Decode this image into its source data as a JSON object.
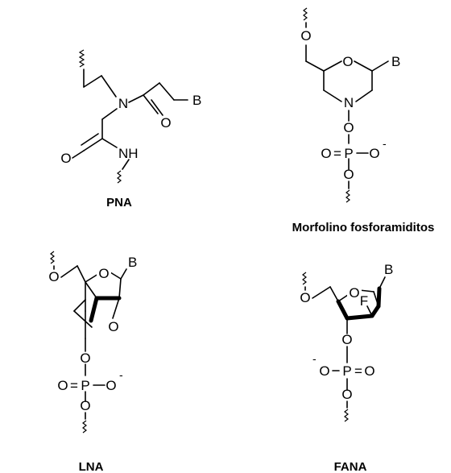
{
  "structures": {
    "pna": {
      "caption": "PNA",
      "atoms": {
        "n": "N",
        "nh": "NH",
        "o_left": "O",
        "o_right": "O",
        "b": "B"
      }
    },
    "morpholino": {
      "caption": "Morfolino fosforamiditos",
      "atoms": {
        "o_top": "O",
        "o_ring": "O",
        "b": "B",
        "n": "N",
        "o_link": "O",
        "o_dbl": "O",
        "eq": "=",
        "p": "P",
        "o_neg": "O",
        "minus": "-",
        "o_bottom": "O"
      }
    },
    "lna": {
      "caption": "LNA",
      "atoms": {
        "o_top": "O",
        "o_ring": "O",
        "o_bridge": "O",
        "b": "B",
        "o_link": "O",
        "o_dbl": "O",
        "eq": "=",
        "p": "P",
        "o_neg": "O",
        "minus": "-",
        "o_bottom": "O"
      }
    },
    "fana": {
      "caption": "FANA",
      "atoms": {
        "o_top": "O",
        "o_ring": "O",
        "f": "F",
        "b": "B",
        "o_link": "O",
        "minus": "-",
        "o_neg": "O",
        "p": "P",
        "eq": "=",
        "o_dbl": "O",
        "o_bottom": "O"
      }
    }
  }
}
